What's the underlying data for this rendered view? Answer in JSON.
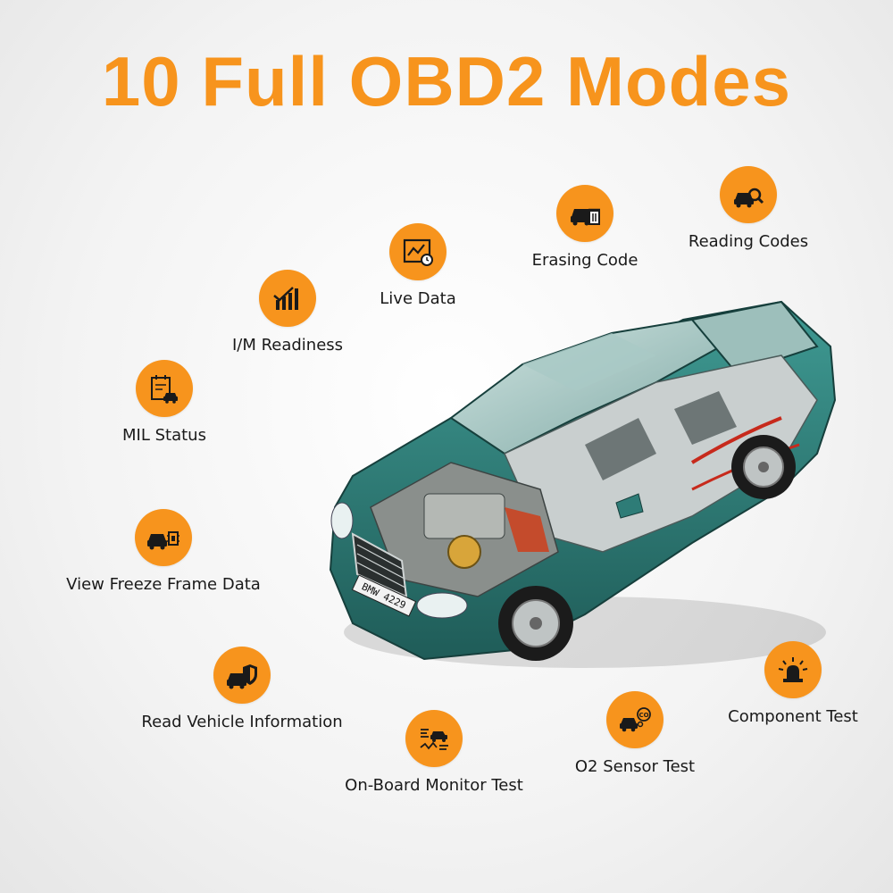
{
  "colors": {
    "accent": "#f7941d",
    "icon_dark": "#1a1a1a",
    "car_body": "#2e7c77",
    "car_dark": "#1c4f4c"
  },
  "title": "10 Full OBD2 Modes",
  "modes": [
    {
      "label": "Reading Codes",
      "icon": "car-search-icon"
    },
    {
      "label": "Erasing Code",
      "icon": "car-trash-icon"
    },
    {
      "label": "Live Data",
      "icon": "chart-clock-icon"
    },
    {
      "label": "I/M Readiness",
      "icon": "bar-check-icon"
    },
    {
      "label": "MIL Status",
      "icon": "calendar-car-icon"
    },
    {
      "label": "View Freeze Frame Data",
      "icon": "car-chip-icon"
    },
    {
      "label": "Read Vehicle Information",
      "icon": "car-shield-icon"
    },
    {
      "label": "On-Board Monitor Test",
      "icon": "monitor-car-icon"
    },
    {
      "label": "O2 Sensor Test",
      "icon": "car-co-icon"
    },
    {
      "label": "Component Test",
      "icon": "beacon-icon"
    }
  ],
  "car": {
    "plate": "BMW 4229"
  }
}
